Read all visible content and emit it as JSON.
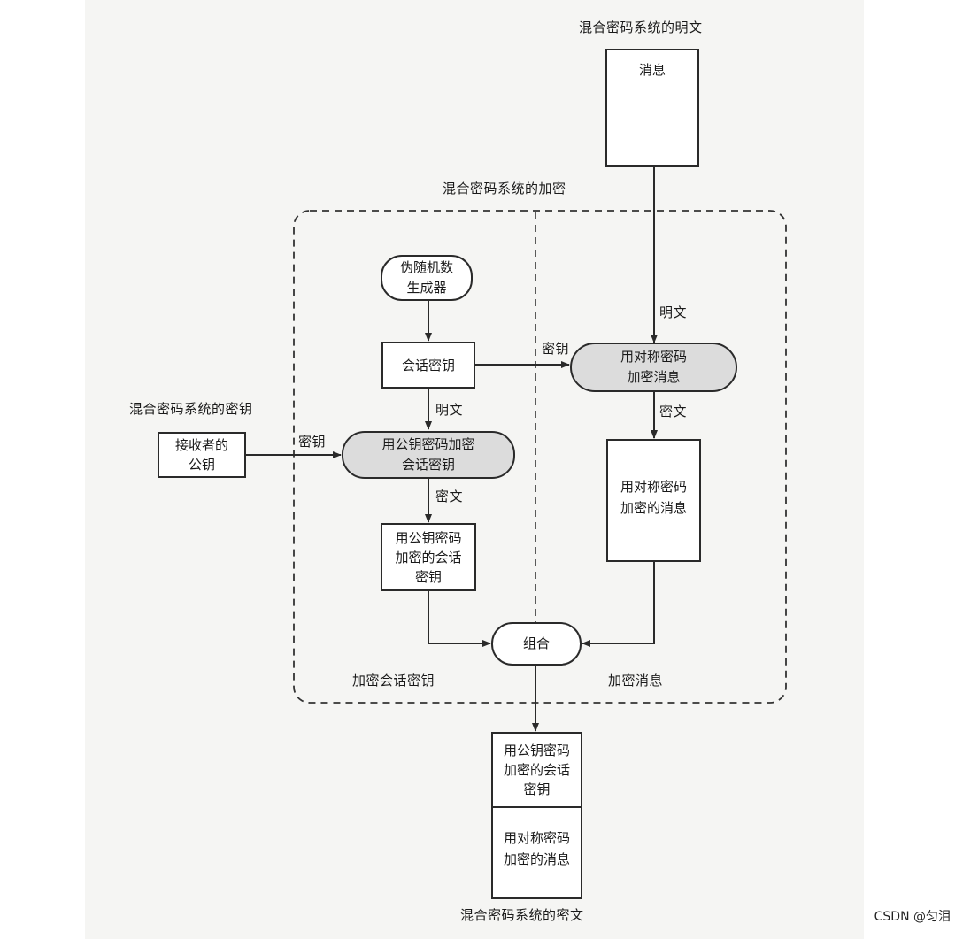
{
  "titles": {
    "plaintext": "混合密码系统的明文",
    "encryption": "混合密码系统的加密",
    "key": "混合密码系统的密钥",
    "ciphertext": "混合密码系统的密文"
  },
  "nodes": {
    "message": "消息",
    "prng": "伪随机数\n生成器",
    "session_key": "会话密钥",
    "receiver_pubkey": "接收者的\n公钥",
    "pk_encrypt": "用公钥密码加密\n会话密钥",
    "sym_encrypt": "用对称密码\n加密消息",
    "encrypted_session_key": "用公钥密码\n加密的会话\n密钥",
    "encrypted_message": "用对称密码\n加密的消息",
    "combine": "组合",
    "out_session_key": "用公钥密码\n加密的会话\n密钥",
    "out_message": "用对称密码\n加密的消息"
  },
  "edge_labels": {
    "plaintext_to_sym": "明文",
    "key_to_sym": "密钥",
    "session_plaintext": "明文",
    "pubkey_key": "密钥",
    "pk_ciphertext": "密文",
    "sym_ciphertext": "密文"
  },
  "regions": {
    "left": "加密会话密钥",
    "right": "加密消息"
  },
  "watermark": "CSDN @匀泪"
}
